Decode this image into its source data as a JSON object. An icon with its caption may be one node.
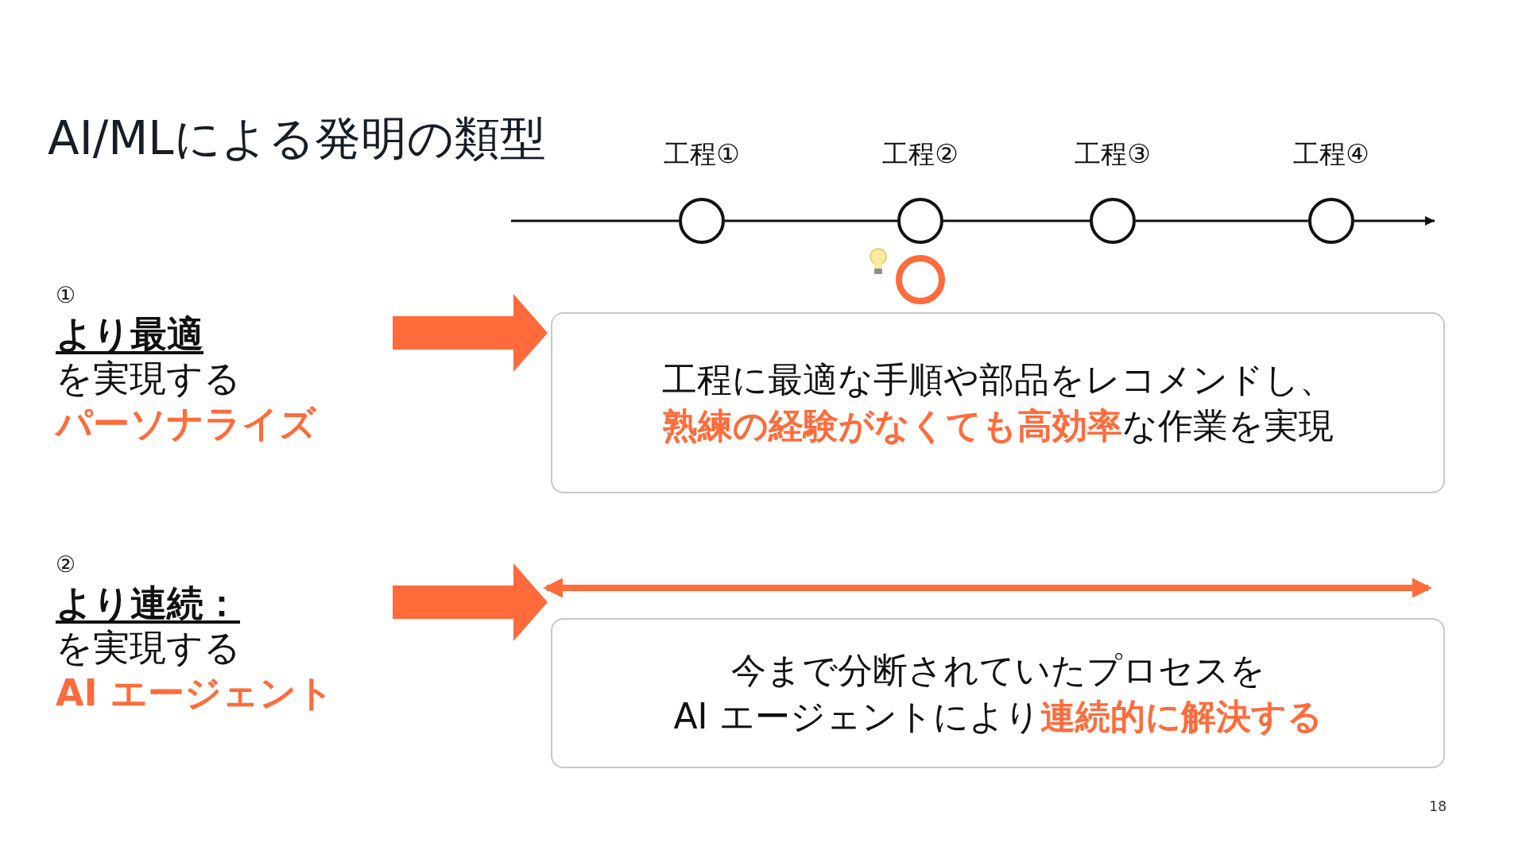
{
  "diagram": {
    "title": "AI/MLによる発明の類型",
    "nodes": [
      {
        "text": [],
        "shape": "circle",
        "beside": [
          "工程①"
        ]
      },
      {
        "text": [],
        "shape": "circle",
        "beside": [
          "工程②"
        ]
      },
      {
        "text": [],
        "shape": "circle",
        "beside": [
          "工程③"
        ]
      },
      {
        "text": [],
        "shape": "circle",
        "beside": [
          "工程④"
        ]
      },
      {
        "text": [],
        "shape": "circle"
      },
      {
        "text": [
          "①",
          "より最適",
          "を実現する",
          "パーソナライズ"
        ]
      },
      {
        "text": [
          "工程に最適な手順や部品をレコメンドし、**熟練の経験がなくても高効率**な作業を実現"
        ]
      },
      {
        "text": [
          "②",
          "より連続：",
          "を実現する",
          "AI エージェント"
        ]
      },
      {
        "text": [
          "今まで分断されていたプロセスを",
          "AI エージェントにより**連続的に解決する**"
        ]
      }
    ],
    "edges": [
      {
        "from": null,
        "to": 0,
        "arrow": "none"
      },
      {
        "from": 0,
        "to": 1,
        "arrow": "none"
      },
      {
        "from": 1,
        "to": 2,
        "arrow": "none"
      },
      {
        "from": 2,
        "to": 3,
        "arrow": "none"
      },
      {
        "from": 3,
        "to": null,
        "arrow": "to"
      },
      {
        "from": 5,
        "to": 6,
        "arrow": "to",
        "style": "thick",
        "color": "#ff6b3b"
      },
      {
        "from": 7,
        "to": 8,
        "arrow": "to",
        "style": "thick",
        "color": "#ff6b3b"
      }
    ],
    "labels": [
      "18"
    ]
  }
}
